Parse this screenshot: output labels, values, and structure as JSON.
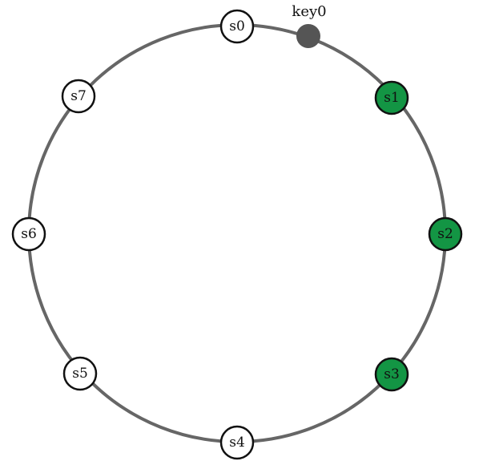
{
  "colors": {
    "ring": "#666666",
    "node_fill_default": "#ffffff",
    "node_fill_highlight": "#139544",
    "node_stroke": "#111111",
    "key_fill": "#555555",
    "text": "#111111"
  },
  "ring": {
    "nodes": [
      {
        "label": "s0",
        "highlighted": false
      },
      {
        "label": "s1",
        "highlighted": true
      },
      {
        "label": "s2",
        "highlighted": true
      },
      {
        "label": "s3",
        "highlighted": true
      },
      {
        "label": "s4",
        "highlighted": false
      },
      {
        "label": "s5",
        "highlighted": false
      },
      {
        "label": "s6",
        "highlighted": false
      },
      {
        "label": "s7",
        "highlighted": false
      }
    ],
    "key": {
      "label": "key0"
    }
  }
}
